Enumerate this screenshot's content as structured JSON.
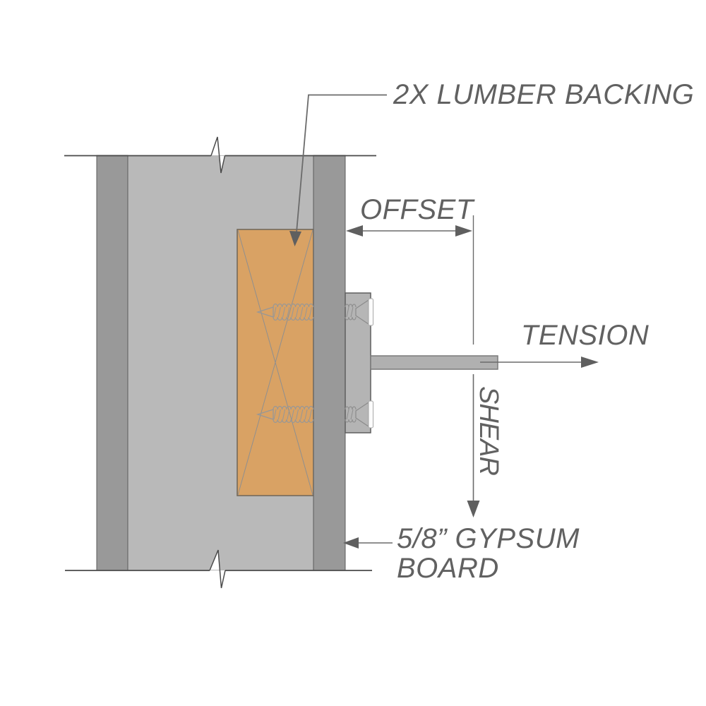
{
  "diagram": {
    "title": "wall blocking / anchor force detail",
    "labels": {
      "lumber_backing": "2X LUMBER BACKING",
      "offset": "OFFSET",
      "tension": "TENSION",
      "shear": "SHEAR",
      "gypsum_board_line1": "5/8” GYPSUM",
      "gypsum_board_line2": "BOARD"
    },
    "colors": {
      "lumber": "#d9a264",
      "wall_cavity": "#b9b9b9",
      "gypsum_board": "#999999",
      "mount_plate": "#b4b4b4",
      "rod": "#b0b0b0",
      "boundary_line": "#4a4a4a",
      "annotation_line": "#6b6b6b",
      "arrowhead": "#5f5f5f",
      "annotation_text": "#616161",
      "screw_line": "#979797"
    },
    "icons": [
      "lumber-leader-arrow-icon",
      "offset-dimension-arrows-icon",
      "tension-arrow-icon",
      "shear-arrow-icon",
      "gypsum-leader-arrow-icon"
    ]
  }
}
